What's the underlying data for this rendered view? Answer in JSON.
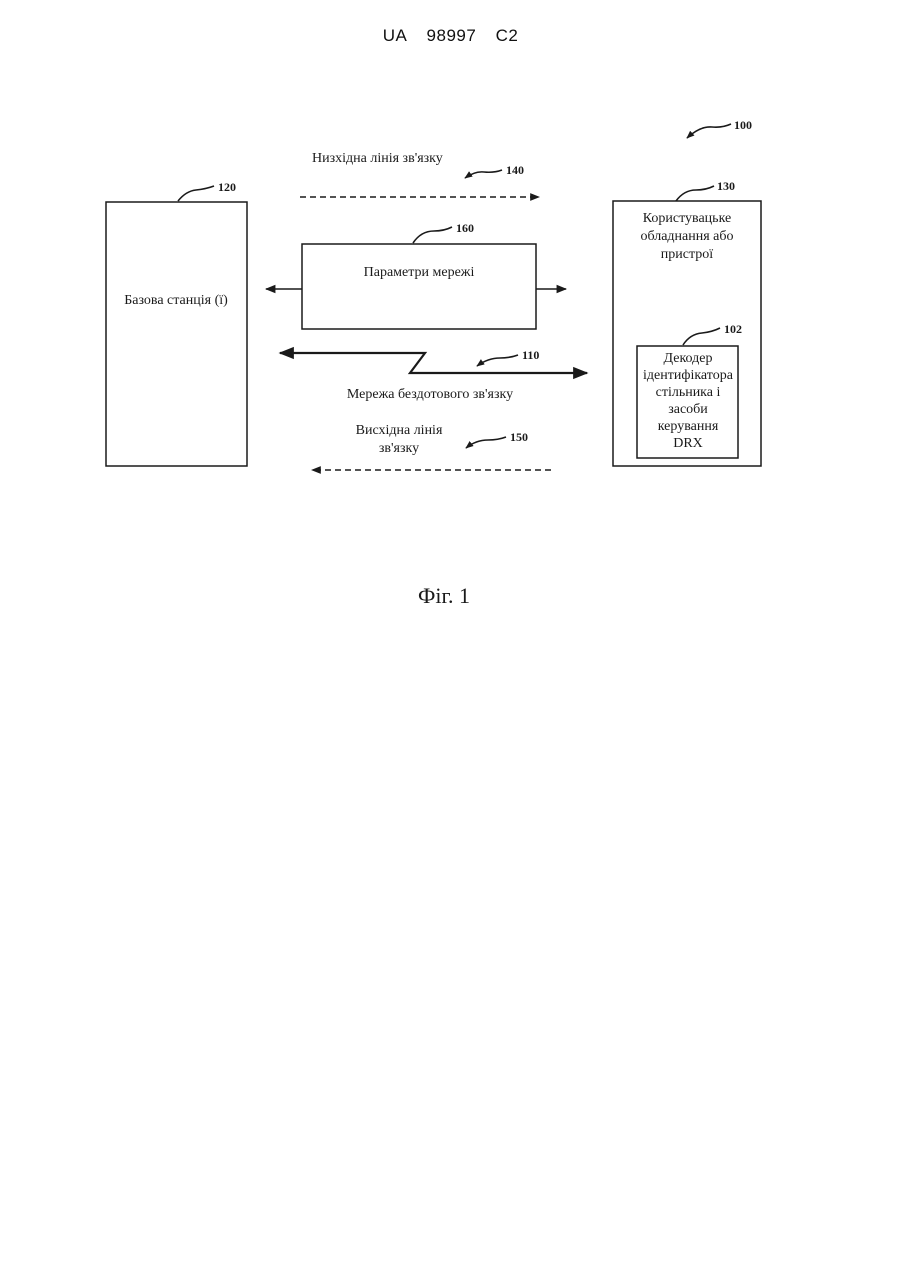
{
  "header": {
    "country": "UA",
    "number": "98997",
    "kind": "C2"
  },
  "diagram": {
    "system_ref": "100",
    "base_station": {
      "ref": "120",
      "label": "Базова станція (ї)"
    },
    "user_equipment": {
      "ref": "130",
      "label_lines": [
        "Користувацьке",
        "обладнання або",
        "пристрої"
      ]
    },
    "decoder": {
      "ref": "102",
      "label_lines": [
        "Декодер",
        "ідентифікатора",
        "стільника і",
        "засоби",
        "керування",
        "DRX"
      ]
    },
    "network_params": {
      "ref": "160",
      "label": "Параметри мережі"
    },
    "downlink": {
      "ref": "140",
      "label": "Низхідна лінія зв'язку"
    },
    "wireless_network": {
      "ref": "110",
      "label": "Мережа бездотового зв'язку"
    },
    "uplink": {
      "ref": "150",
      "label_lines": [
        "Висхідна лінія",
        "зв'язку"
      ]
    },
    "figure_caption": "Фіг. 1"
  }
}
